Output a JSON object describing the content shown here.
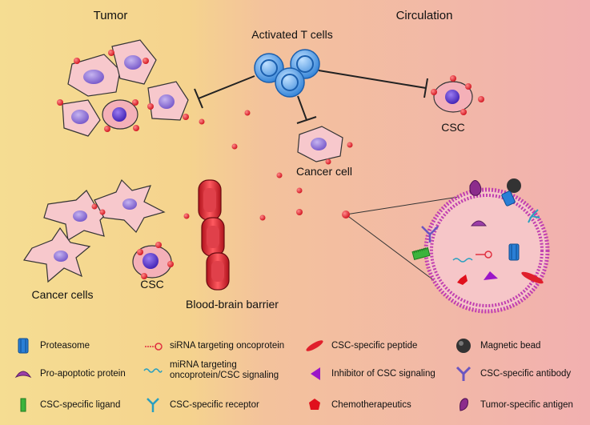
{
  "regions": {
    "tumor": "Tumor",
    "circulation": "Circulation"
  },
  "labels": {
    "activated_t_cells": "Activated T cells",
    "csc_top": "CSC",
    "cancer_cell": "Cancer cell",
    "cancer_cells": "Cancer cells",
    "csc_bottom": "CSC",
    "bbb": "Blood-brain barrier"
  },
  "legend": [
    {
      "icon": "proteasome-icon",
      "text": "Proteasome"
    },
    {
      "icon": "sirna-icon",
      "text": "siRNA targeting oncoprotein"
    },
    {
      "icon": "csc-peptide-icon",
      "text": "CSC-specific peptide"
    },
    {
      "icon": "magnetic-bead-icon",
      "text": "Magnetic bead"
    },
    {
      "icon": "pro-apoptotic-protein-icon",
      "text": "Pro-apoptotic protein"
    },
    {
      "icon": "mirna-icon",
      "text": "miRNA targeting oncoprotein/CSC signaling"
    },
    {
      "icon": "inhibitor-icon",
      "text": "Inhibitor of CSC signaling"
    },
    {
      "icon": "csc-antibody-icon",
      "text": "CSC-specific antibody"
    },
    {
      "icon": "csc-ligand-icon",
      "text": "CSC-specific ligand"
    },
    {
      "icon": "csc-receptor-icon",
      "text": "CSC-specific receptor"
    },
    {
      "icon": "chemotherapeutics-icon",
      "text": "Chemotherapeutics"
    },
    {
      "icon": "tumor-antigen-icon",
      "text": "Tumor-specific antigen"
    }
  ],
  "colors": {
    "tumor_bg": "#f5d891",
    "circulation_bg": "#f2b3b0",
    "cell_fill": "#f7c4c8",
    "nucleus": "#8b6fd1",
    "dot": "#e3212a",
    "t_cell": "#3b8fe0",
    "bbb": "#d9262e",
    "liposome": "#c03fb0"
  }
}
